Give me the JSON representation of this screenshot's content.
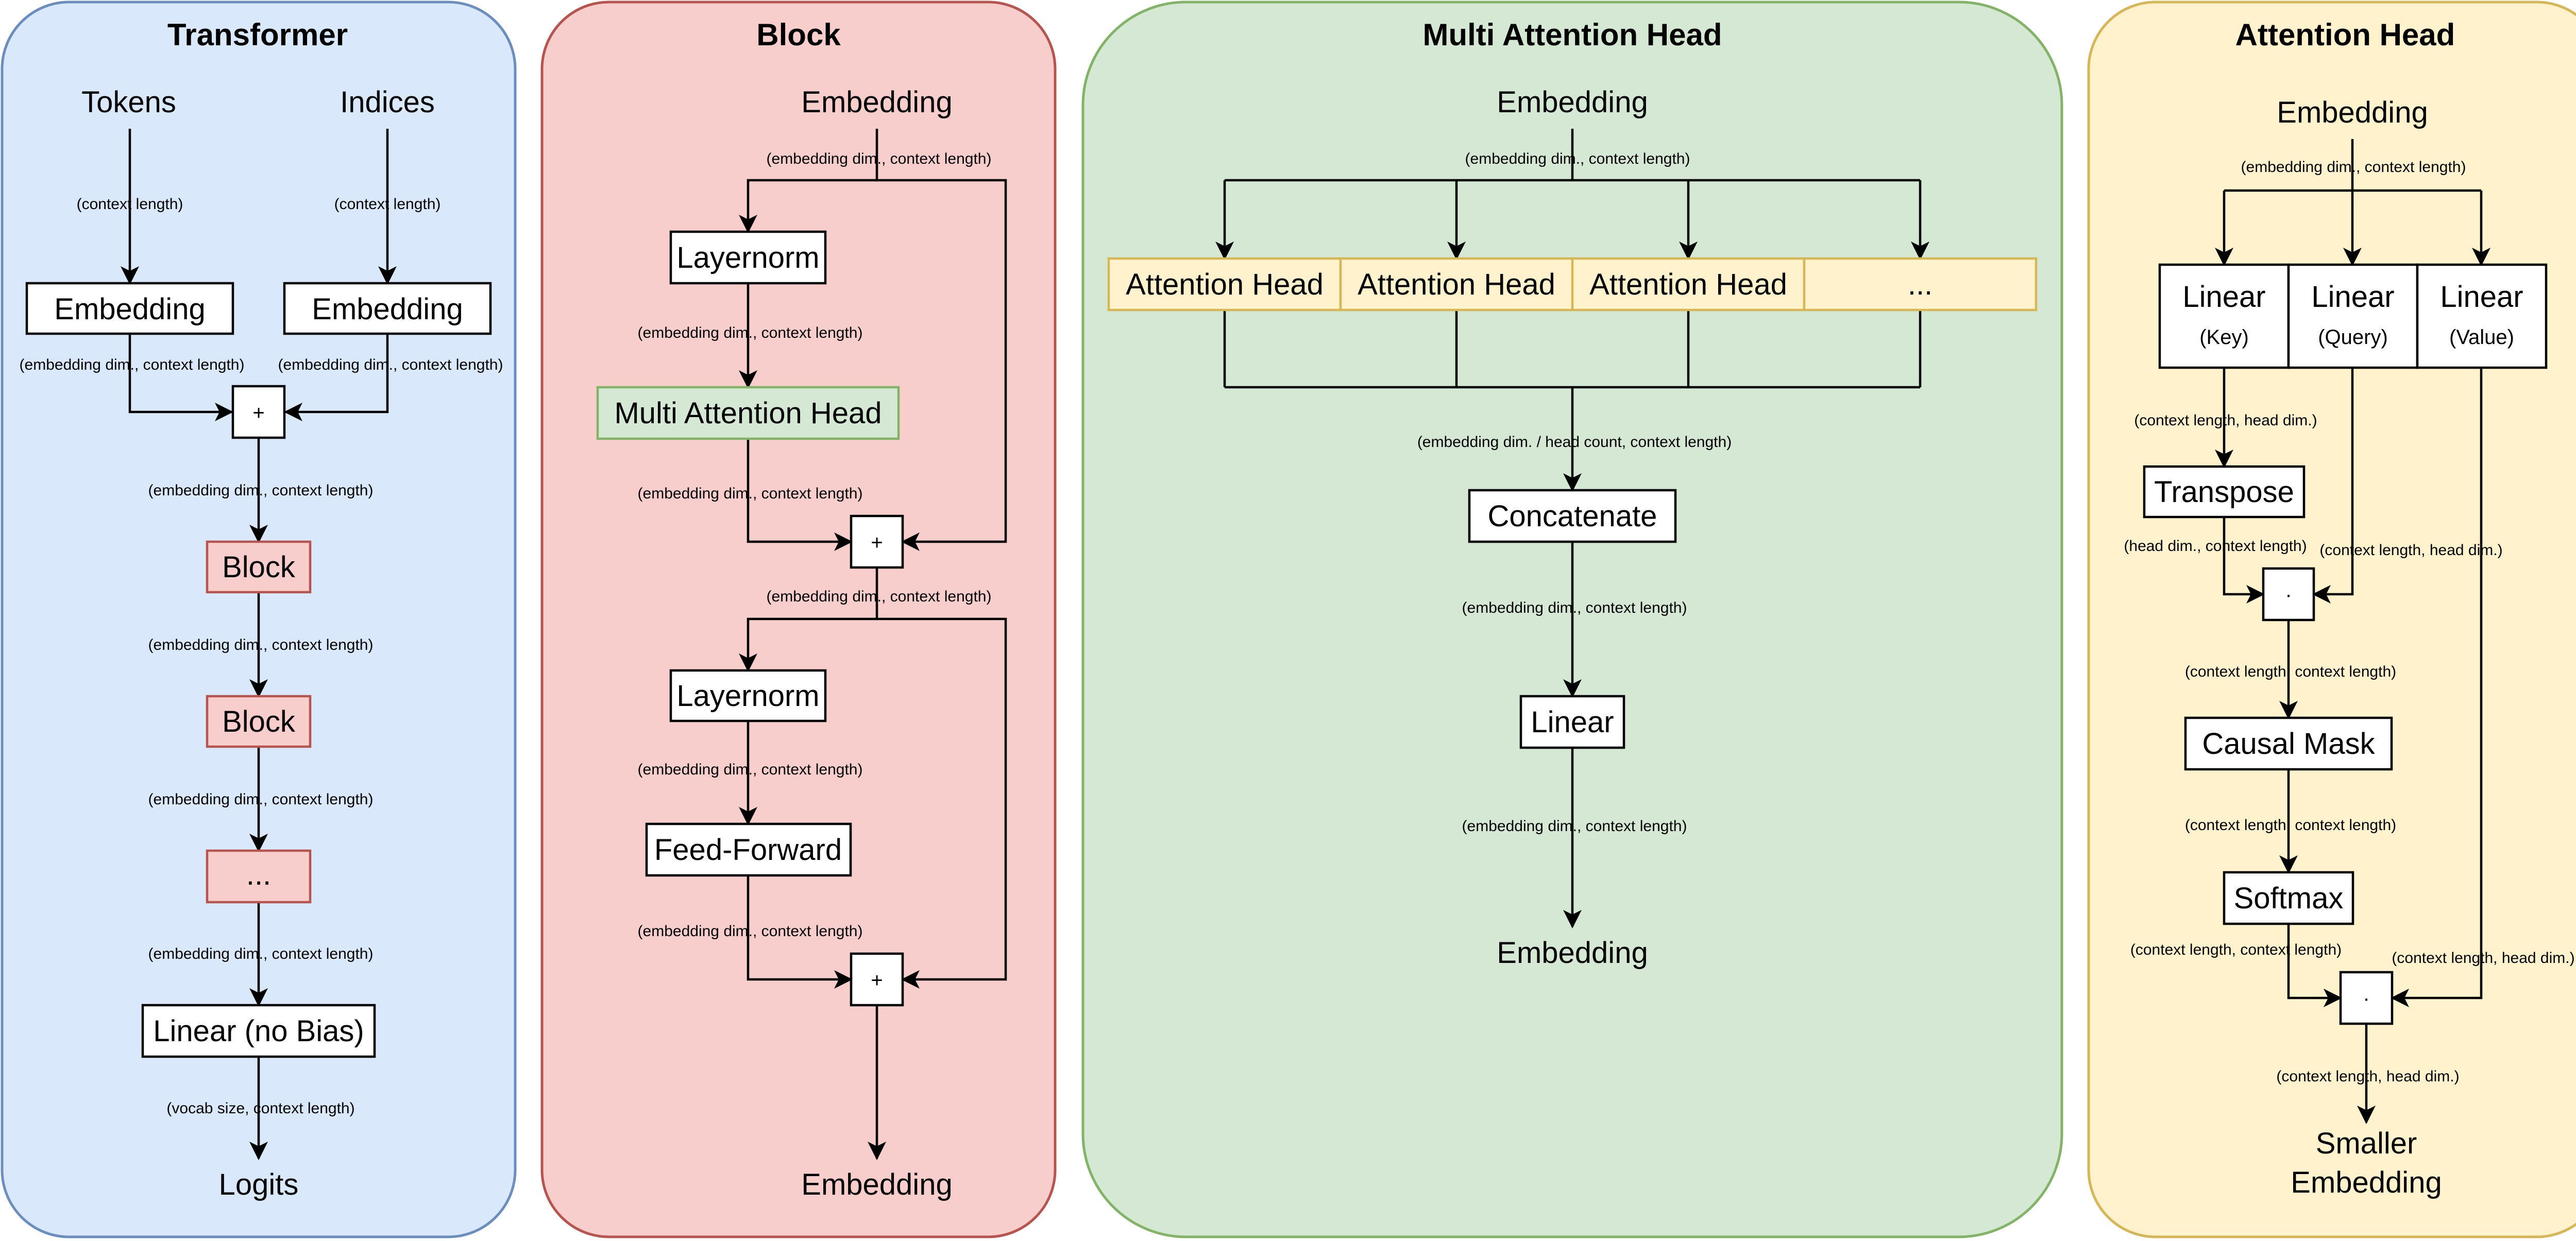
{
  "panels": [
    {
      "id": "transformer",
      "title": "Transformer",
      "colors": {
        "fill": "#dae8fc",
        "stroke": "#6c8ebf"
      },
      "nodes": {
        "tokens": "Tokens",
        "indices": "Indices",
        "embedding_left": "Embedding",
        "embedding_right": "Embedding",
        "plus": "+",
        "block1": "Block",
        "block2": "Block",
        "ellipsis": "...",
        "linear": "Linear (no Bias)",
        "logits": "Logits"
      },
      "edge_labels": {
        "tokens_embed": "(context length)",
        "indices_embed": "(context length)",
        "embed_left_plus": "(embedding dim., context length)",
        "embed_right_plus": "(embedding dim., context length)",
        "plus_block": "(embedding dim., context length)",
        "block_block": "(embedding dim., context length)",
        "block_ellipsis": "(embedding dim., context length)",
        "ellipsis_linear": "(embedding dim., context length)",
        "linear_logits": "(vocab size, context length)"
      }
    },
    {
      "id": "block",
      "title": "Block",
      "colors": {
        "fill": "#f8cecc",
        "stroke": "#b85450"
      },
      "nodes": {
        "embedding_in": "Embedding",
        "layernorm1": "Layernorm",
        "mha": "Multi Attention Head",
        "plus1": "+",
        "layernorm2": "Layernorm",
        "ff": "Feed-Forward",
        "plus2": "+",
        "embedding_out": "Embedding"
      },
      "edge_labels": {
        "in_split": "(embedding dim., context length)",
        "ln1_mha": "(embedding dim., context length)",
        "mha_plus1": "(embedding dim., context length)",
        "plus1_split": "(embedding dim., context length)",
        "ln2_ff": "(embedding dim., context length)",
        "ff_plus2": "(embedding dim., context length)"
      }
    },
    {
      "id": "multi_attention_head",
      "title": "Multi Attention Head",
      "colors": {
        "fill": "#d5e8d4",
        "stroke": "#82b366"
      },
      "nodes": {
        "embedding_in": "Embedding",
        "heads": [
          "Attention Head",
          "Attention Head",
          "Attention Head",
          "..."
        ],
        "concatenate": "Concatenate",
        "linear": "Linear",
        "embedding_out": "Embedding"
      },
      "edge_labels": {
        "in_split": "(embedding dim., context length)",
        "heads_concat": "(embedding dim. / head count, context length)",
        "concat_linear": "(embedding dim., context length)",
        "linear_out": "(embedding dim., context length)"
      }
    },
    {
      "id": "attention_head",
      "title": "Attention Head",
      "colors": {
        "fill": "#fff2cc",
        "stroke": "#d6b656"
      },
      "nodes": {
        "embedding_in": "Embedding",
        "linears": [
          {
            "label": "Linear",
            "sub": "(Key)"
          },
          {
            "label": "Linear",
            "sub": "(Query)"
          },
          {
            "label": "Linear",
            "sub": "(Value)"
          }
        ],
        "transpose": "Transpose",
        "dot1": "·",
        "causal_mask": "Causal Mask",
        "softmax": "Softmax",
        "dot2": "·",
        "output_line1": "Smaller",
        "output_line2": "Embedding"
      },
      "edge_labels": {
        "in_split": "(embedding dim., context length)",
        "key_transpose": "(context length, head dim.)",
        "transpose_dot": "(head dim., context length)",
        "query_dot": "(context length, head dim.)",
        "dot_mask": "(context length, context length)",
        "mask_softmax": "(context length, context length)",
        "softmax_dot": "(context length, context length)",
        "value_dot": "(context length, head dim.)",
        "dot_out": "(context length, head dim.)"
      }
    }
  ]
}
